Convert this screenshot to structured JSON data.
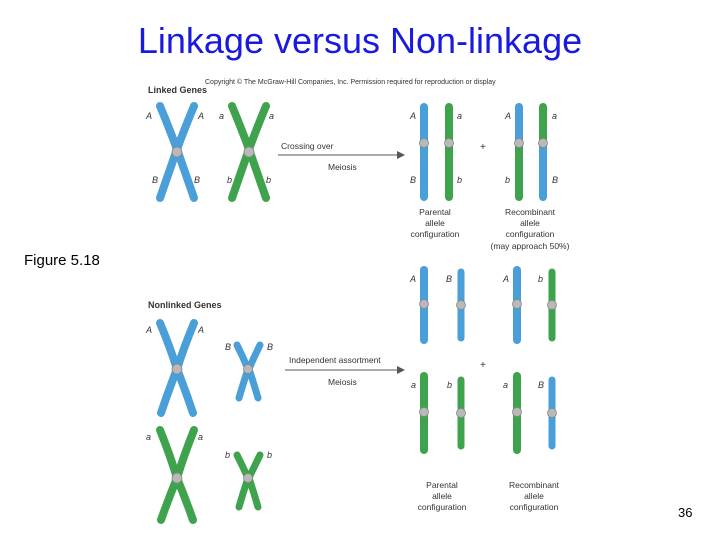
{
  "slide": {
    "title": "Linkage versus Non-linkage",
    "figure_ref": "Figure 5.18",
    "page_number": "36"
  },
  "figure": {
    "copyright": "Copyright © The McGraw-Hill Companies, Inc. Permission required for reproduction or display",
    "colors": {
      "blue": "#4a9fd8",
      "green": "#3fa34d",
      "centromere": "#b9b9b9",
      "text": "#333333"
    },
    "linked": {
      "heading": "Linked Genes",
      "arrow_top": "Crossing over",
      "arrow_bottom": "Meiosis",
      "plus": "+",
      "parent_alleles": {
        "blue_top": [
          "A",
          "A"
        ],
        "blue_bottom": [
          "B",
          "B"
        ],
        "green_top": [
          "a",
          "a"
        ],
        "green_bottom": [
          "b",
          "b"
        ]
      },
      "gametes": [
        {
          "top": "A",
          "bottom": "B"
        },
        {
          "top": "a",
          "bottom": "b"
        },
        {
          "top": "A",
          "bottom": "b"
        },
        {
          "top": "a",
          "bottom": "B"
        }
      ],
      "caption_parental": [
        "Parental",
        "allele",
        "configuration"
      ],
      "caption_recombinant": [
        "Recombinant",
        "allele",
        "configuration",
        "(may approach 50%)"
      ]
    },
    "nonlinked": {
      "heading": "Nonlinked Genes",
      "arrow_top": "Independent assortment",
      "arrow_bottom": "Meiosis",
      "plus": "+",
      "parent_labels": {
        "A_pair": [
          "A",
          "A"
        ],
        "B_pair": [
          "B",
          "B"
        ],
        "a_pair": [
          "a",
          "a"
        ],
        "b_pair": [
          "b",
          "b"
        ]
      },
      "gamete_labels_top": [
        "A",
        "B",
        "A",
        "b"
      ],
      "gamete_labels_bottom": [
        "a",
        "b",
        "a",
        "B"
      ],
      "caption_parental": [
        "Parental",
        "allele",
        "configuration"
      ],
      "caption_recombinant": [
        "Recombinant",
        "allele",
        "configuration"
      ]
    }
  }
}
